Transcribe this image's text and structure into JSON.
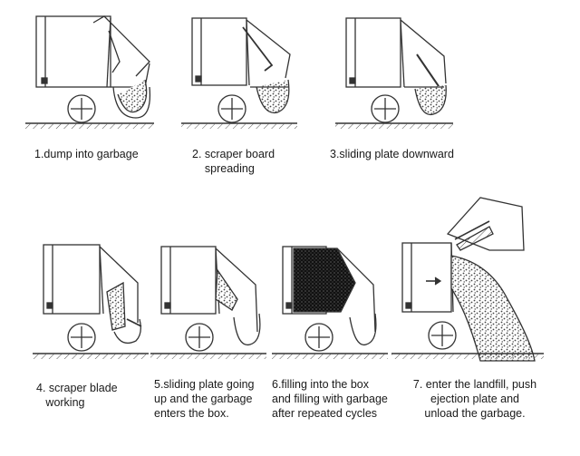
{
  "steps": [
    {
      "caption": "1.dump into garbage"
    },
    {
      "caption": "2. scraper board\n    spreading"
    },
    {
      "caption": "3.sliding plate downward"
    },
    {
      "caption": "4. scraper blade\n   working"
    },
    {
      "caption": "5.sliding plate going\nup and the garbage\nenters the box."
    },
    {
      "caption": "6.filling into the box\nand filling with garbage\nafter repeated cycles"
    },
    {
      "caption": "7. enter the landfill, push\nejection plate and\nunload the garbage."
    }
  ],
  "colors": {
    "line": "#333333",
    "fill_dark": "#222222",
    "ground": "#555555"
  }
}
